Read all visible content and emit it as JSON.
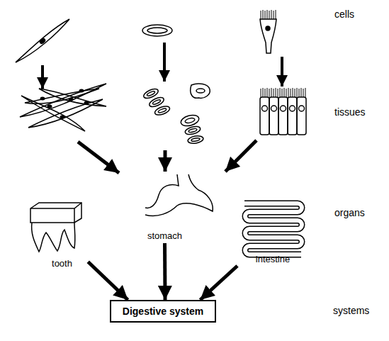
{
  "diagram": {
    "nodes": [
      {
        "text": [
          "tooth"
        ]
      },
      {
        "text": [
          "stomach"
        ]
      },
      {
        "text": [
          "intestine"
        ]
      },
      {
        "text": [
          "Digestive system"
        ]
      }
    ],
    "edges": [
      {
        "from": 0,
        "to": 3,
        "arrow": "to"
      },
      {
        "from": 1,
        "to": 3,
        "arrow": "to"
      },
      {
        "from": 2,
        "to": 3,
        "arrow": "to"
      }
    ],
    "labels": [
      "cells",
      "tissues",
      "organs",
      "systems"
    ]
  }
}
